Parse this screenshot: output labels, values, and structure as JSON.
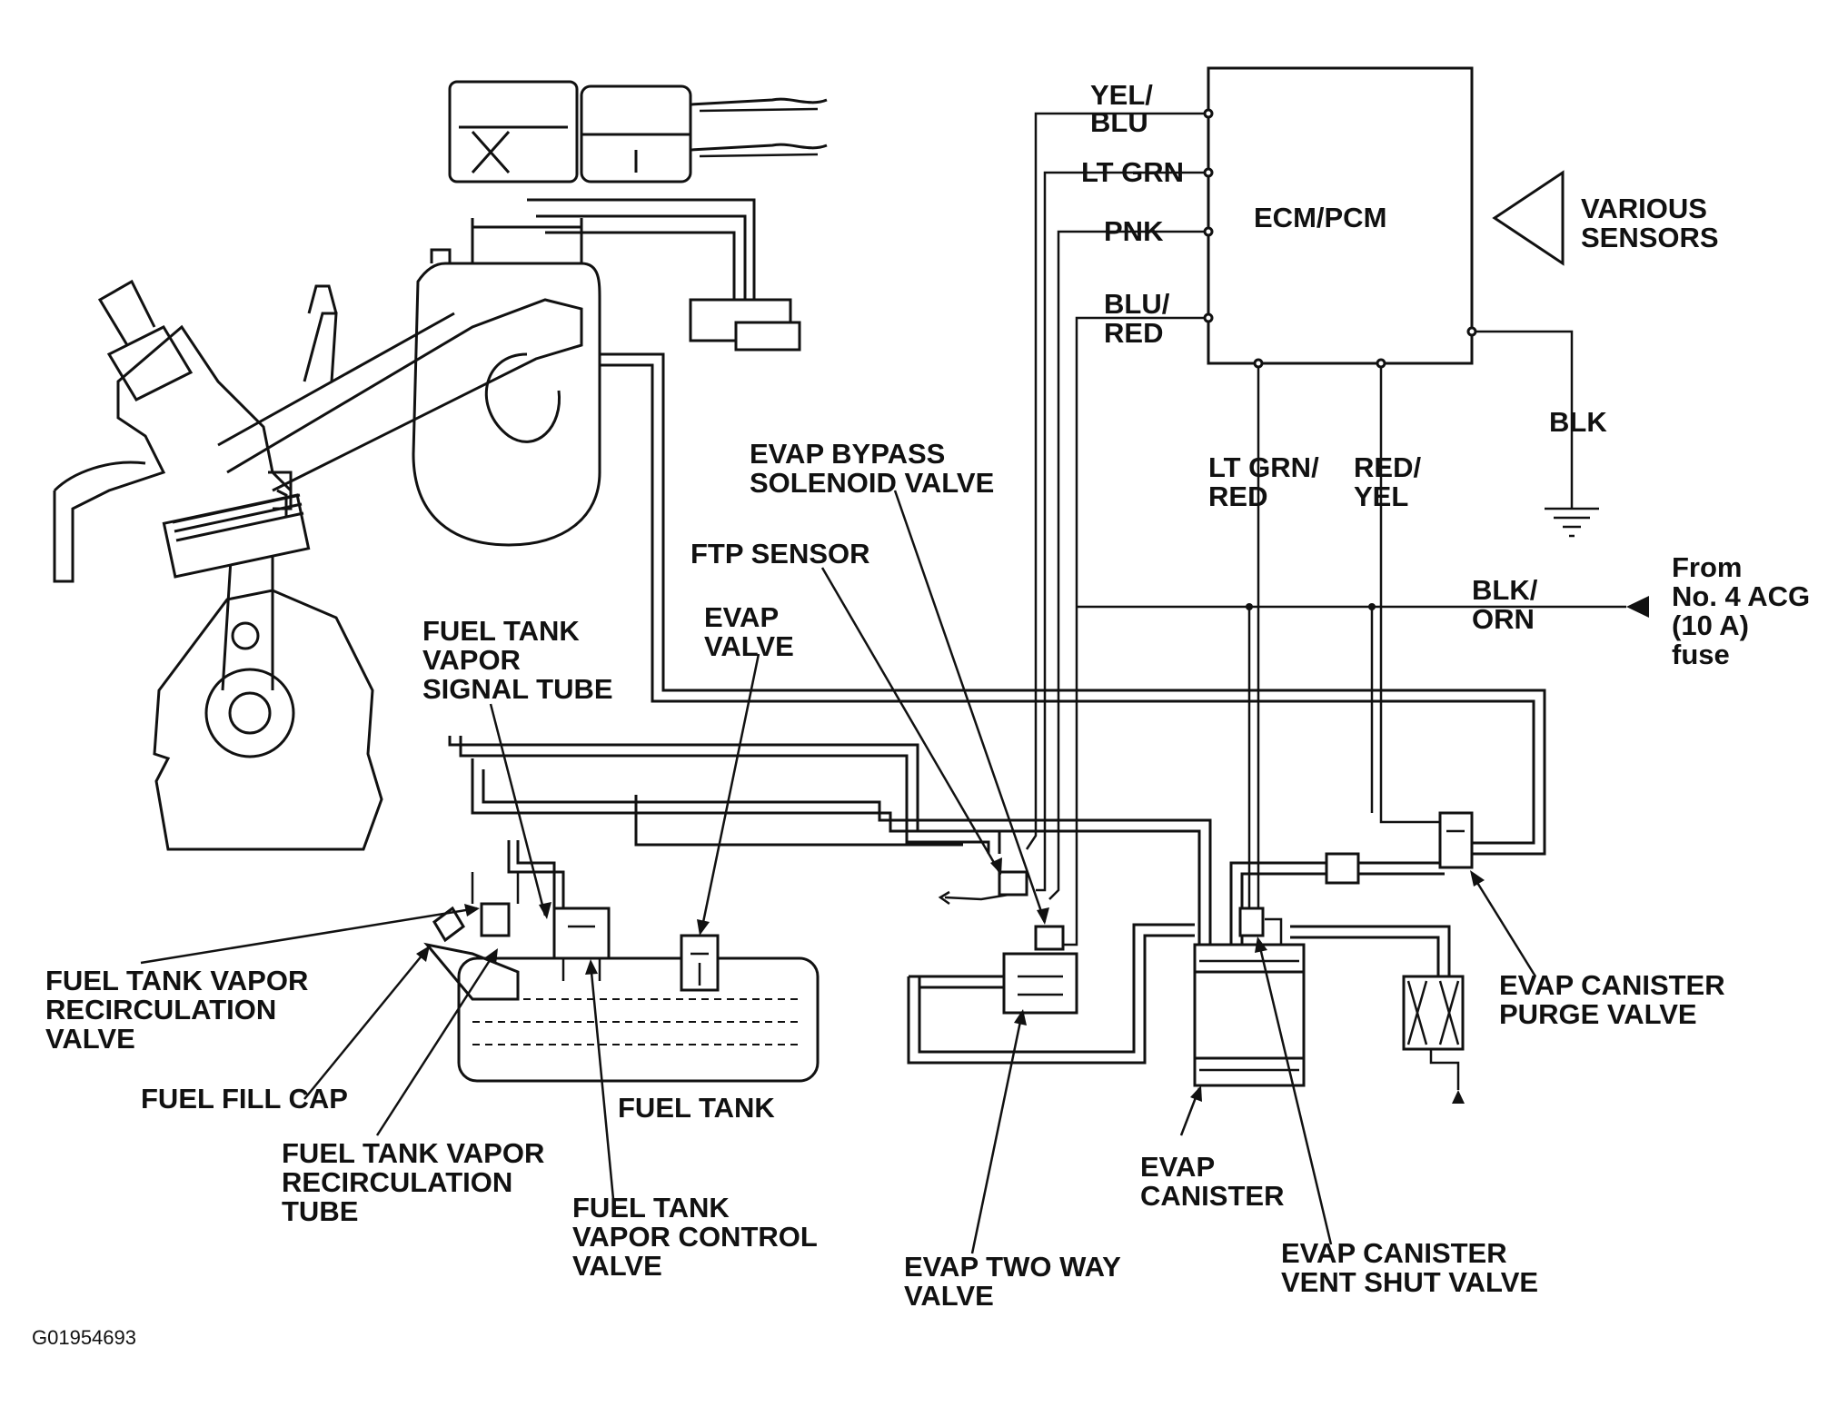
{
  "wires": {
    "yel_blu": [
      "YEL/",
      "BLU"
    ],
    "lt_grn": "LT GRN",
    "pnk": "PNK",
    "blu_red": [
      "BLU/",
      "RED"
    ],
    "lt_grn_red": [
      "LT GRN/",
      "RED"
    ],
    "red_yel": [
      "RED/",
      "YEL"
    ],
    "blk": "BLK",
    "blk_orn": [
      "BLK/",
      "ORN"
    ]
  },
  "ecm": {
    "label": "ECM/PCM"
  },
  "various_sensors": [
    "VARIOUS",
    "SENSORS"
  ],
  "fuse_source": [
    "From",
    "No. 4 ACG",
    "(10 A)",
    "fuse"
  ],
  "components": {
    "evap_bypass_solenoid_valve": [
      "EVAP BYPASS",
      "SOLENOID VALVE"
    ],
    "ftp_sensor": [
      "FTP SENSOR"
    ],
    "fuel_tank_vapor_signal_tube": [
      "FUEL TANK",
      "VAPOR",
      "SIGNAL TUBE"
    ],
    "evap_valve": [
      "EVAP",
      "VALVE"
    ],
    "fuel_tank_vapor_recirculation_valve": [
      "FUEL TANK VAPOR",
      "RECIRCULATION",
      "VALVE"
    ],
    "fuel_fill_cap": [
      "FUEL FILL CAP"
    ],
    "fuel_tank_vapor_recirculation_tube": [
      "FUEL TANK VAPOR",
      "RECIRCULATION",
      "TUBE"
    ],
    "fuel_tank": [
      "FUEL TANK"
    ],
    "fuel_tank_vapor_control_valve": [
      "FUEL TANK",
      "VAPOR CONTROL",
      "VALVE"
    ],
    "evap_two_way_valve": [
      "EVAP TWO WAY",
      "VALVE"
    ],
    "evap_canister": [
      "EVAP",
      "CANISTER"
    ],
    "evap_canister_vent_shut_valve": [
      "EVAP CANISTER",
      "VENT SHUT VALVE"
    ],
    "evap_canister_purge_valve": [
      "EVAP CANISTER",
      "PURGE VALVE"
    ]
  },
  "figure_id": "G01954693"
}
